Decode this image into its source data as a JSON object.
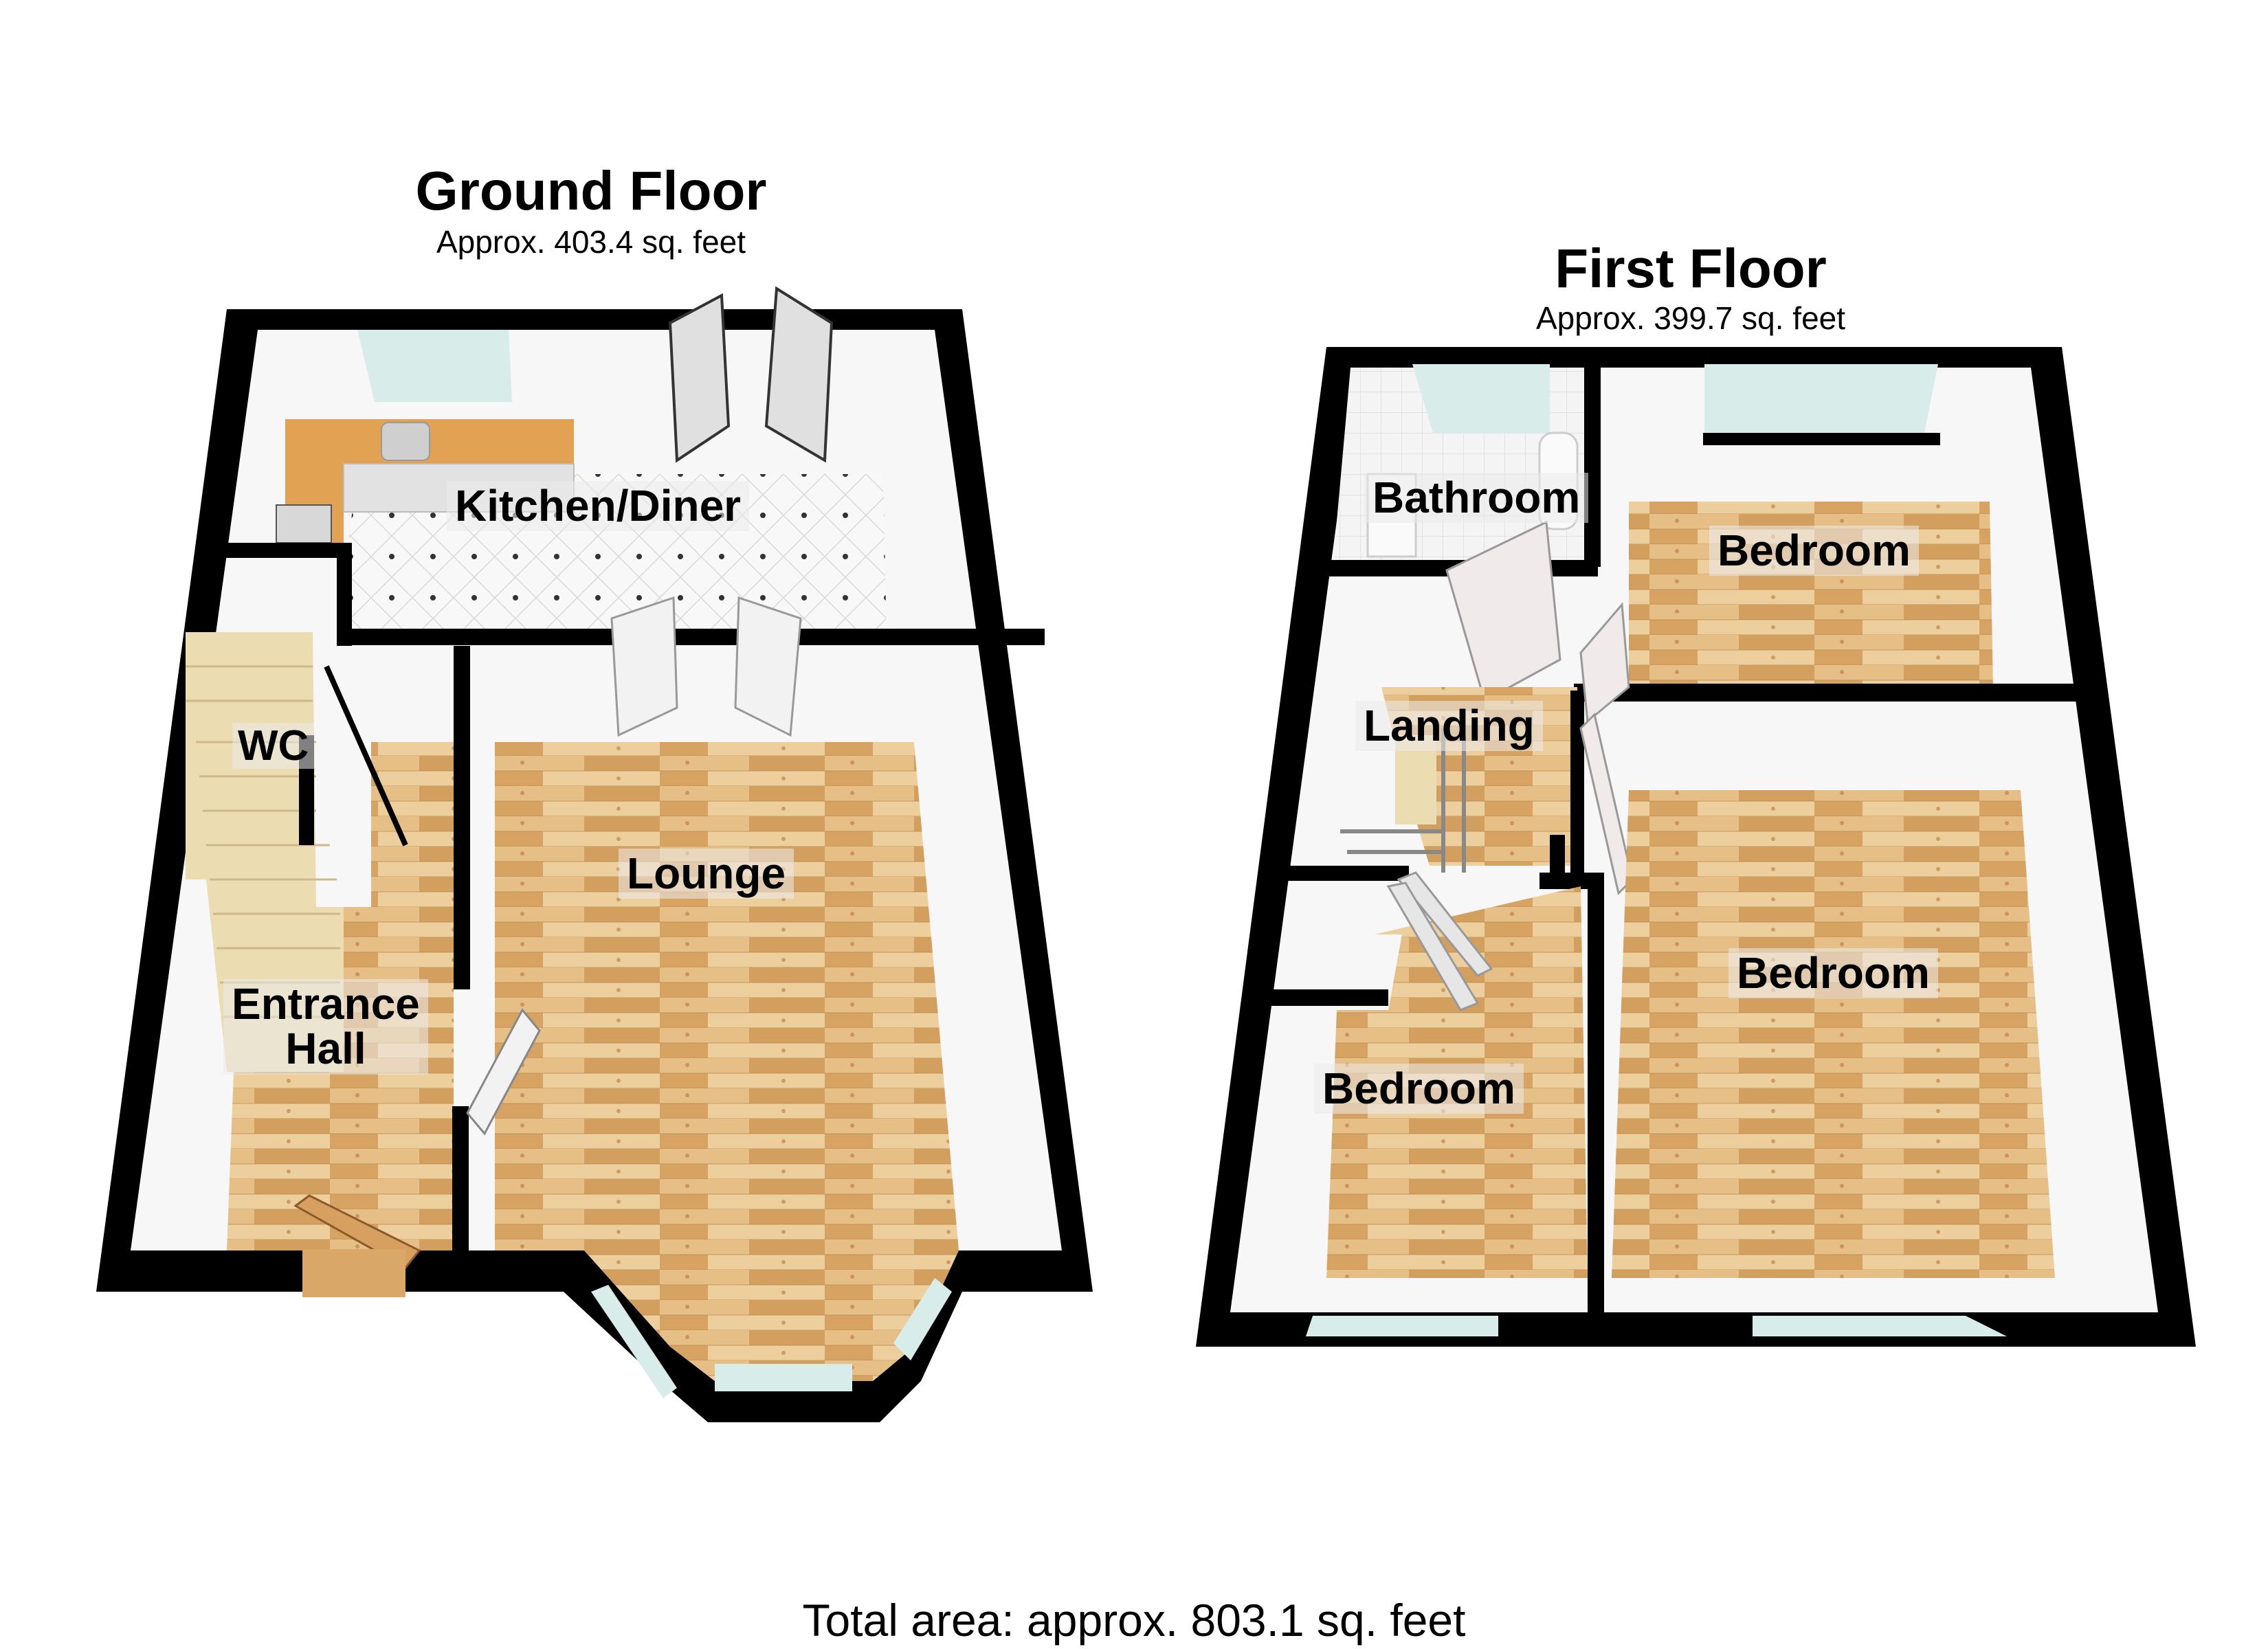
{
  "ground_floor": {
    "title": "Ground Floor",
    "area": "Approx. 403.4 sq. feet",
    "rooms": {
      "kitchen": "Kitchen/Diner",
      "wc": "WC",
      "lounge": "Lounge",
      "hall_line1": "Entrance",
      "hall_line2": "Hall"
    }
  },
  "first_floor": {
    "title": "First Floor",
    "area": "Approx. 399.7 sq. feet",
    "rooms": {
      "bathroom": "Bathroom",
      "bedroom_rear": "Bedroom",
      "landing": "Landing",
      "bedroom_front_main": "Bedroom",
      "bedroom_small": "Bedroom"
    }
  },
  "total_area": "Total area: approx. 803.1 sq. feet",
  "colors": {
    "wall": "#000000",
    "wall_face": "#f4f4f4",
    "wood_floor": "#dcab6c",
    "wood_light": "#edcf9d",
    "tile_floor": "#f7f7f7",
    "window_glass": "#d8ecea",
    "worktop": "#e1a253",
    "stairs": "#ecdcb1"
  }
}
